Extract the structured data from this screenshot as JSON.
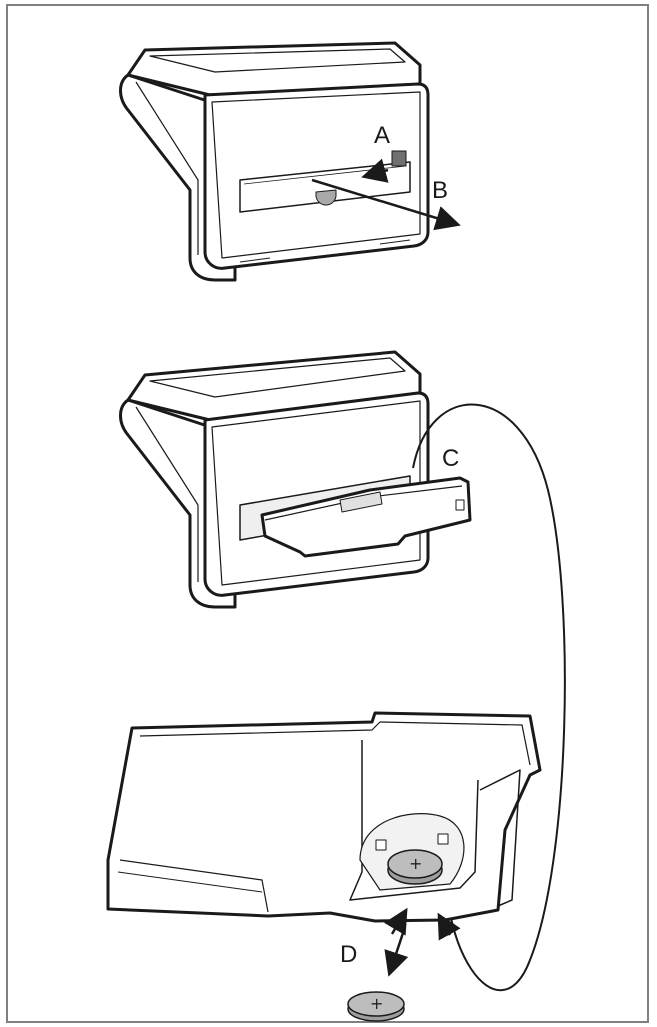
{
  "labels": {
    "a": "A",
    "b": "B",
    "c": "C",
    "d": "D"
  },
  "battery_symbol": "+",
  "colors": {
    "frame": "#808080",
    "outline": "#1a1a1a",
    "device_fill": "#ffffff",
    "shade": "#d9d9d9",
    "battery": "#bdbdbd"
  },
  "icons": [
    "slide-arrow-icon",
    "remove-arrow-icon",
    "zoom-callout",
    "battery-removal-arrow-icon",
    "coin-battery-icon"
  ]
}
